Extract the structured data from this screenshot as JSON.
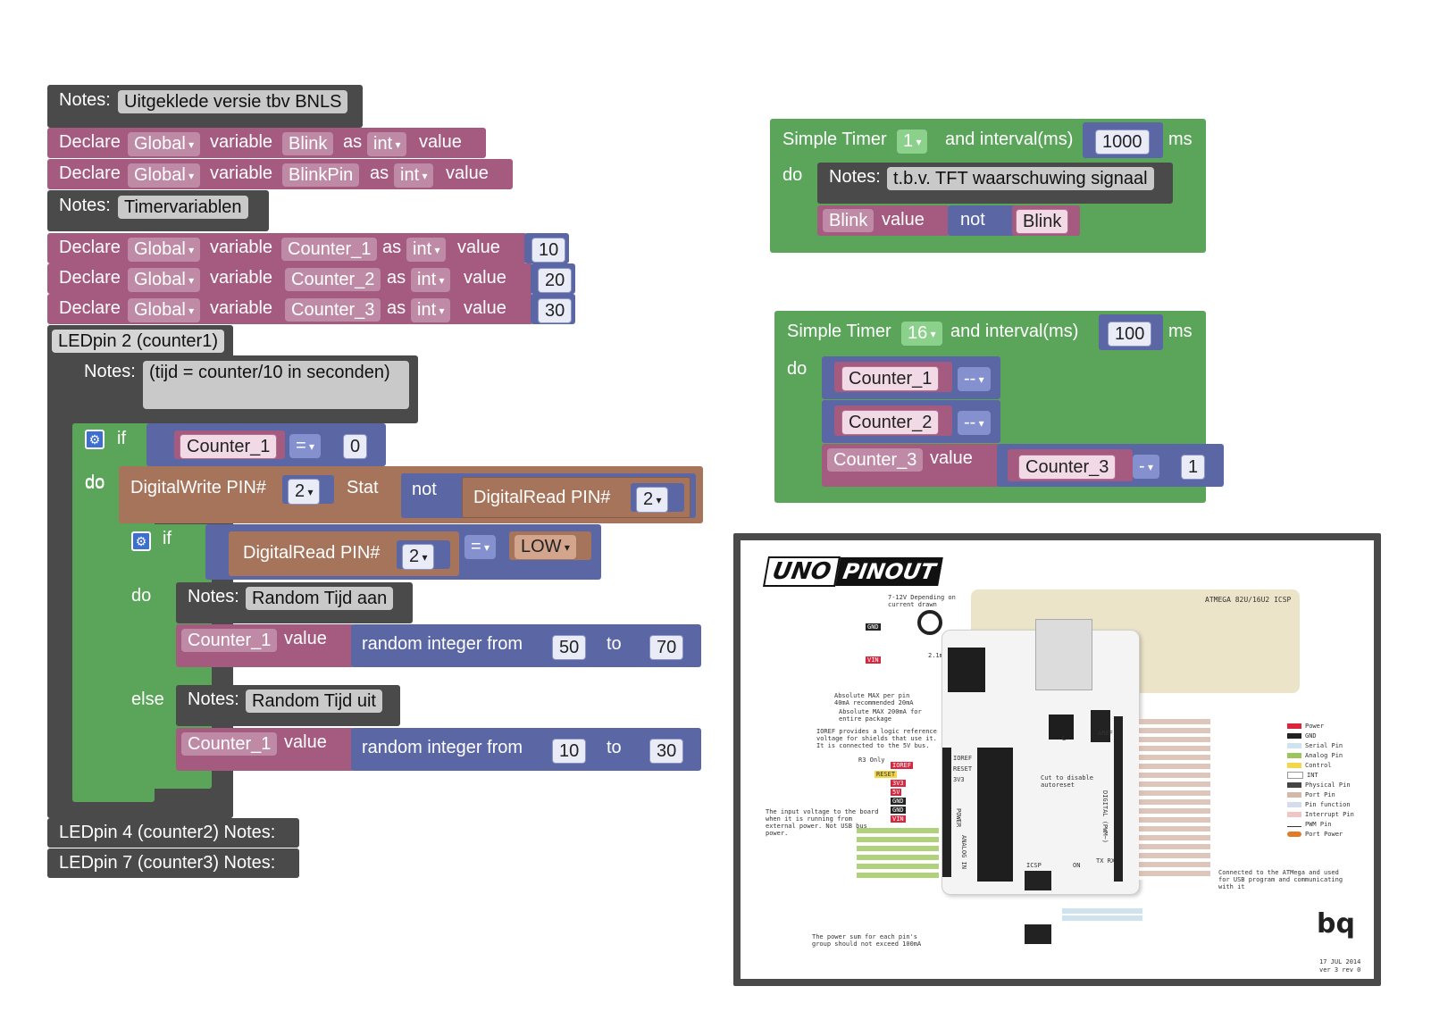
{
  "left": {
    "notes1": {
      "label": "Notes:",
      "value": "Uitgeklede versie tbv BNLS"
    },
    "decl1": {
      "declare": "Declare",
      "scope": "Global",
      "variable": "variable",
      "name": "Blink",
      "as": "as",
      "type": "int",
      "value": "value"
    },
    "decl2": {
      "declare": "Declare",
      "scope": "Global",
      "variable": "variable",
      "name": "BlinkPin",
      "as": "as",
      "type": "int",
      "value": "value"
    },
    "notes2": {
      "label": "Notes:",
      "value": "Timervariablen"
    },
    "decl3": {
      "declare": "Declare",
      "scope": "Global",
      "variable": "variable",
      "name": "Counter_1",
      "as": "as",
      "type": "int",
      "value": "value",
      "init": "10"
    },
    "decl4": {
      "declare": "Declare",
      "scope": "Global",
      "variable": "variable",
      "name": "Counter_2",
      "as": "as",
      "type": "int",
      "value": "value",
      "init": "20"
    },
    "decl5": {
      "declare": "Declare",
      "scope": "Global",
      "variable": "variable",
      "name": "Counter_3",
      "as": "as",
      "type": "int",
      "value": "value",
      "init": "30"
    },
    "func1": {
      "title": "LEDpin 2 (counter1)",
      "notes": {
        "label": "Notes:",
        "value": "(tijd = counter/10 in seconden)"
      },
      "if1": {
        "if": "if",
        "do": "do",
        "var": "Counter_1",
        "op": "=",
        "num": "0"
      },
      "dwrite": {
        "label": "DigitalWrite PIN#",
        "pin": "2",
        "stat": "Stat",
        "not": "not",
        "dread": "DigitalRead PIN#",
        "pin2": "2"
      },
      "if2": {
        "if": "if",
        "do": "do",
        "else": "else",
        "dread": "DigitalRead PIN#",
        "pin": "2",
        "op": "=",
        "val": "LOW"
      },
      "notes_on": {
        "label": "Notes:",
        "value": "Random Tijd aan"
      },
      "set_on": {
        "var": "Counter_1",
        "value": "value",
        "rnd": "random integer from",
        "from": "50",
        "to": "to",
        "to_val": "70"
      },
      "notes_off": {
        "label": "Notes:",
        "value": "Random Tijd uit"
      },
      "set_off": {
        "var": "Counter_1",
        "value": "value",
        "rnd": "random integer from",
        "from": "10",
        "to": "to",
        "to_val": "30"
      }
    },
    "func2": {
      "title": "LEDpin 4 (counter2) Notes:"
    },
    "func3": {
      "title": "LEDpin 7 (counter3) Notes:"
    }
  },
  "timer1": {
    "label": "Simple Timer",
    "num": "1",
    "interval": "and interval(ms)",
    "ms_val": "1000",
    "ms": "ms",
    "do": "do",
    "notes": {
      "label": "Notes:",
      "value": "t.b.v. TFT waarschuwing signaal"
    },
    "set": {
      "var": "Blink",
      "value": "value",
      "not": "not",
      "var2": "Blink"
    }
  },
  "timer2": {
    "label": "Simple Timer",
    "num": "16",
    "interval": "and interval(ms)",
    "ms_val": "100",
    "ms": "ms",
    "do": "do",
    "dec1": {
      "var": "Counter_1",
      "op": "--"
    },
    "dec2": {
      "var": "Counter_2",
      "op": "--"
    },
    "set": {
      "var": "Counter_3",
      "value": "value",
      "var2": "Counter_3",
      "op": "-",
      "num": "1"
    }
  },
  "pinout": {
    "title_left": "UNO",
    "title_right": "PINOUT",
    "header": "ATMEGA 82U/16U2 ICSP",
    "labels": {
      "gnd": "GND",
      "vin": "VIN",
      "aref": "AREF",
      "ioref": "IOREF",
      "reset": "RESET",
      "v33": "3V3",
      "v5": "5V",
      "power": "POWER",
      "analog": "ANALOG IN",
      "digital": "DIGITAL (PWM~)",
      "icsp": "ICSP",
      "on": "ON",
      "txrx": "TX RX",
      "l": "L",
      "cut": "Cut to disable autoreset",
      "max40": "Absolute MAX per pin 40mA recommended 20mA",
      "max200": "Absolute MAX 200mA for entire package",
      "volts": "7-12V Depending on current drawn",
      "vin_note": "The input voltage to the board when it is running from external power. Not USB bus power.",
      "power_note": "The power sum for each pin's group should not exceed 100mA",
      "usb_note": "Connected to the ATMega and used for USB program and communicating with it",
      "ioref_note": "IOREF provides a logic reference voltage for shields that use it. It is connected to the 5V bus.",
      "mm": "2.1mm",
      "r3": "R3 Only",
      "date": "17 JUL 2014",
      "ver": "ver 3 rev 0",
      "brand": "bq"
    },
    "legend": [
      "Power",
      "GND",
      "Serial Pin",
      "Analog Pin",
      "Control",
      "INT",
      "Physical Pin",
      "Port Pin",
      "Pin function",
      "Interrupt Pin",
      "PWM Pin",
      "Port Power"
    ],
    "colors": {
      "power": "#d7263d",
      "gnd": "#222222",
      "serial": "#cfe3ef",
      "analog": "#9cc65a",
      "control": "#f2d64b",
      "int": "#ffffff",
      "physical": "#444444",
      "port": "#d5b8a8",
      "func": "#d7dbee",
      "interrupt": "#f2c4c4"
    }
  }
}
